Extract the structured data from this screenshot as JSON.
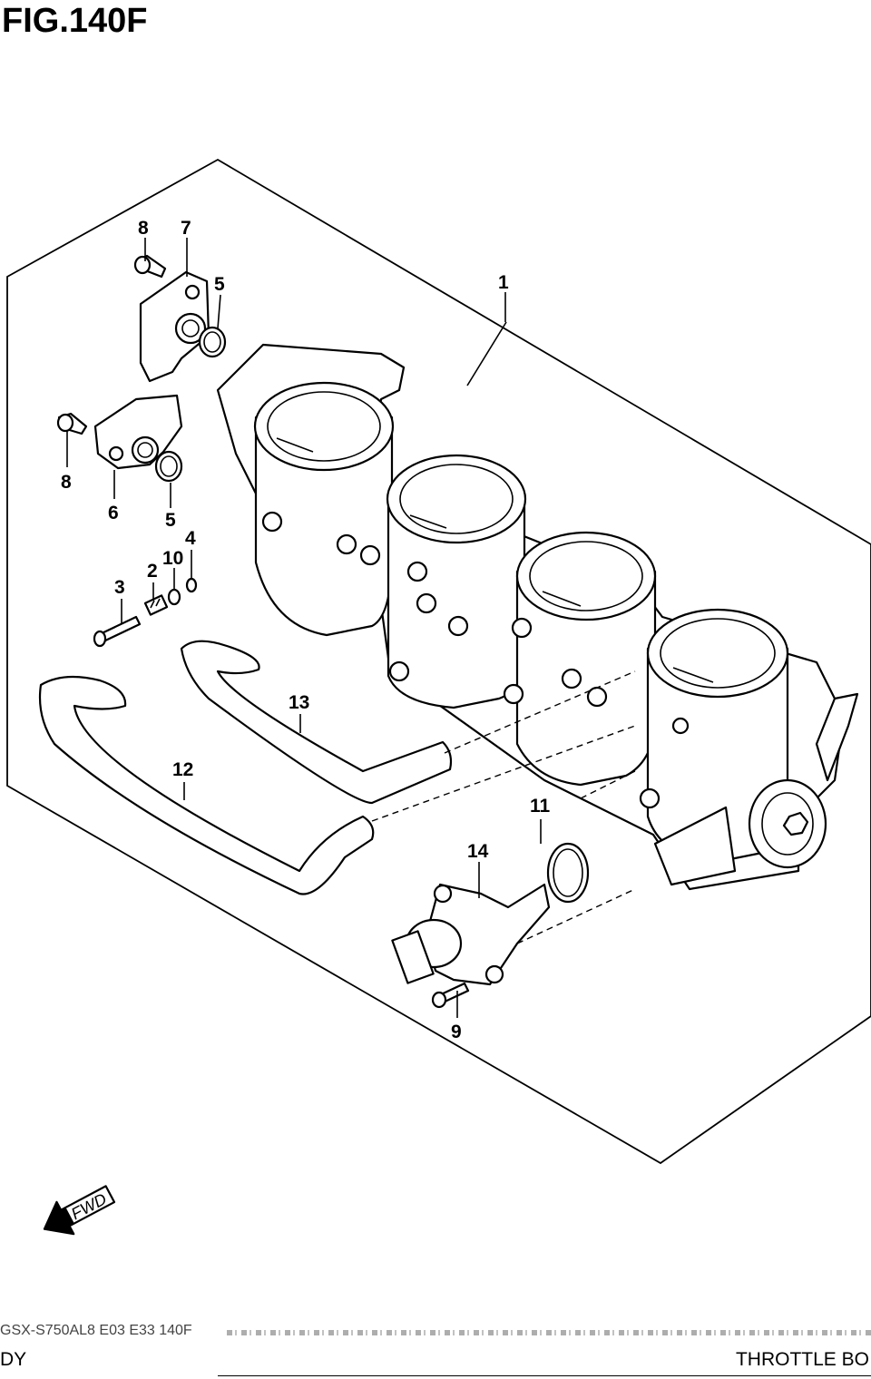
{
  "figure": {
    "title": "FIG.140F"
  },
  "callouts": {
    "c1": "1",
    "c2": "2",
    "c3": "3",
    "c4": "4",
    "c5a": "5",
    "c5b": "5",
    "c6": "6",
    "c7": "7",
    "c8a": "8",
    "c8b": "8",
    "c9": "9",
    "c10": "10",
    "c11": "11",
    "c12": "12",
    "c13": "13",
    "c14": "14"
  },
  "fwd_label": "FWD",
  "footer": {
    "code": "GSX-S750AL8 E03 E33 140F",
    "left": "DY",
    "right": "THROTTLE BO"
  }
}
